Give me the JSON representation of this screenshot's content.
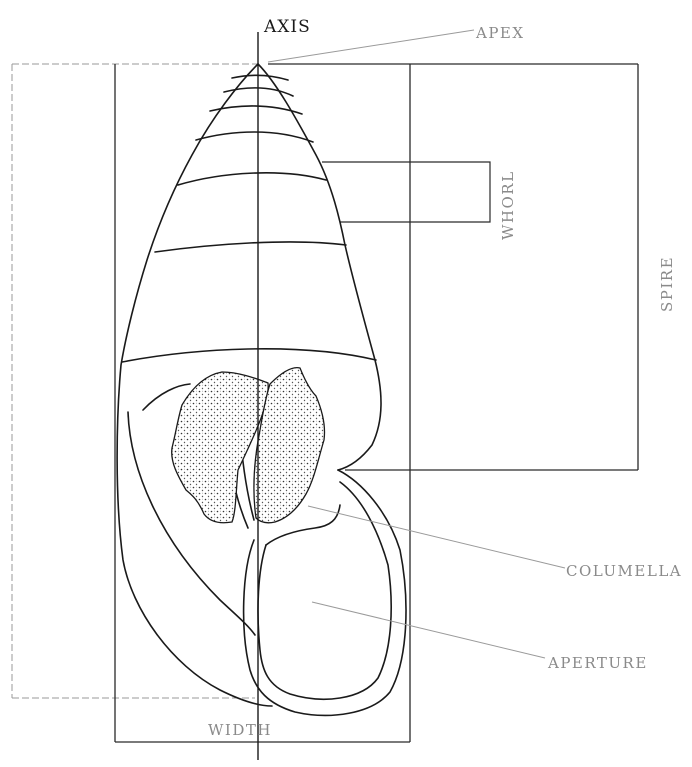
{
  "diagram": {
    "labels": {
      "axis": "AXIS",
      "apex": "APEX",
      "whorl": "WHORL",
      "spire": "SPIRE",
      "columella": "COLUMELLA",
      "aperture": "APERTURE",
      "width": "WIDTH"
    },
    "colors": {
      "ink": "#1a1a1a",
      "faint_ink": "#8a8a8a",
      "background": "#ffffff"
    }
  }
}
